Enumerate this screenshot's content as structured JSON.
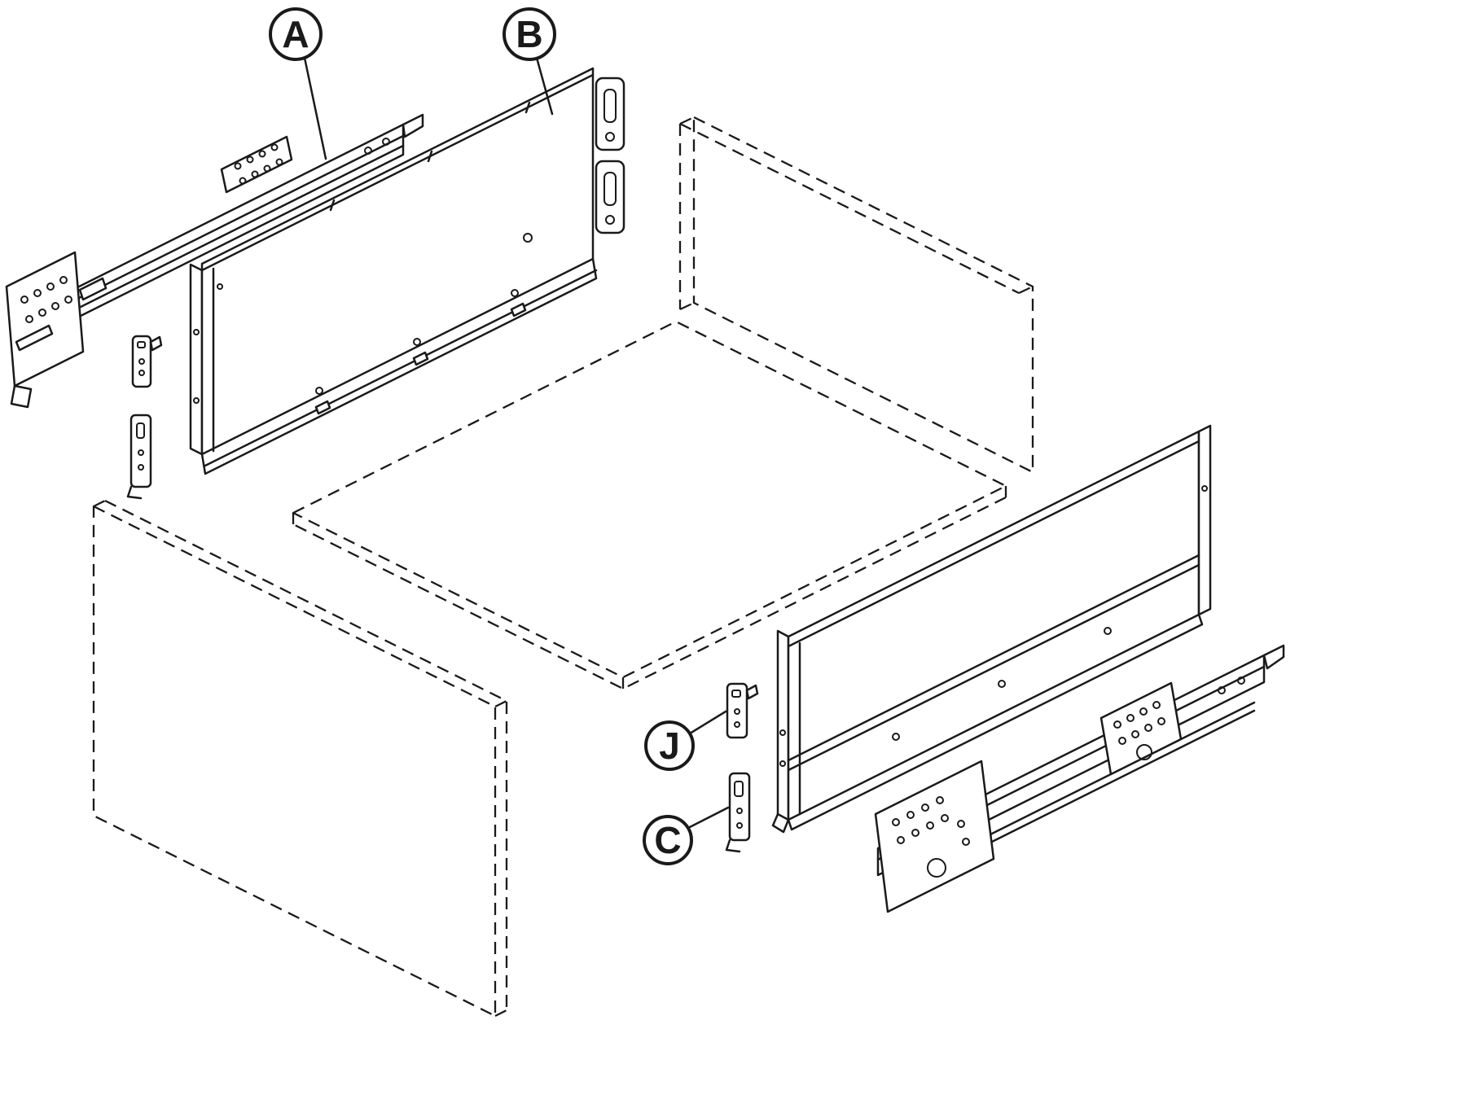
{
  "diagram": {
    "type": "exploded-assembly-drawing",
    "labels": {
      "a": "A",
      "b": "B",
      "j": "J",
      "c": "C"
    },
    "colors": {
      "line": "#1a1a1a",
      "background": "#ffffff"
    },
    "callouts": [
      {
        "label": "A",
        "points_to": "drawer-runner-left"
      },
      {
        "label": "B",
        "points_to": "drawer-side-panel-left"
      },
      {
        "label": "J",
        "points_to": "mounting-clip-j"
      },
      {
        "label": "C",
        "points_to": "mounting-clip-c"
      }
    ]
  }
}
